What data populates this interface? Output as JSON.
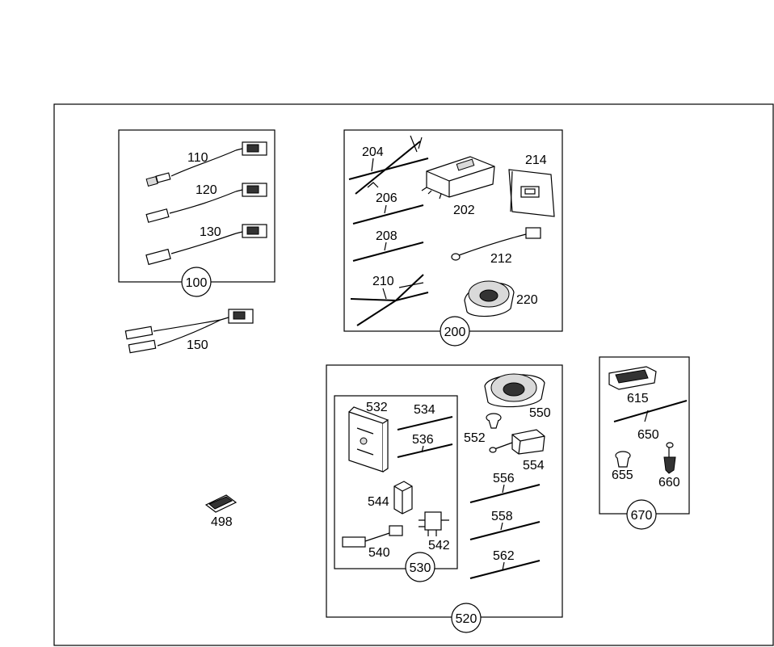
{
  "labels": {
    "l100": "100",
    "l110": "110",
    "l120": "120",
    "l130": "130",
    "l150": "150",
    "l200": "200",
    "l202": "202",
    "l204": "204",
    "l206": "206",
    "l208": "208",
    "l210": "210",
    "l212": "212",
    "l214": "214",
    "l220": "220",
    "l498": "498",
    "l520": "520",
    "l530": "530",
    "l532": "532",
    "l534": "534",
    "l536": "536",
    "l540": "540",
    "l542": "542",
    "l544": "544",
    "l550": "550",
    "l552": "552",
    "l554": "554",
    "l556": "556",
    "l558": "558",
    "l562": "562",
    "l615": "615",
    "l650": "650",
    "l655": "655",
    "l660": "660",
    "l670": "670"
  }
}
